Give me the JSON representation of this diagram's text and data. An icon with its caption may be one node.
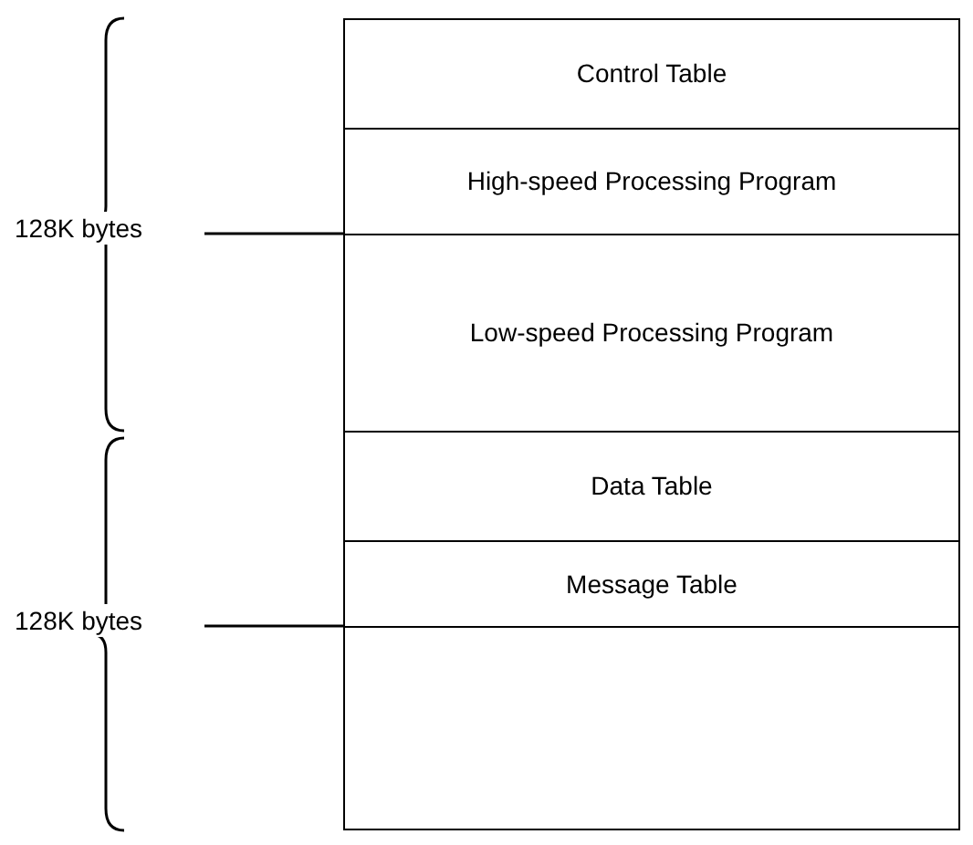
{
  "diagram": {
    "nodes": [
      {
        "text": [
          "Control Table"
        ]
      },
      {
        "text": [
          "High-speed Processing Program"
        ]
      },
      {
        "text": [
          "Low-speed Processing Program"
        ]
      },
      {
        "text": [
          "Data Table"
        ]
      },
      {
        "text": [
          "Message Table"
        ]
      },
      {
        "text": [],
        "shape": "box"
      }
    ],
    "labels": [
      "128K bytes",
      "128K bytes"
    ]
  }
}
